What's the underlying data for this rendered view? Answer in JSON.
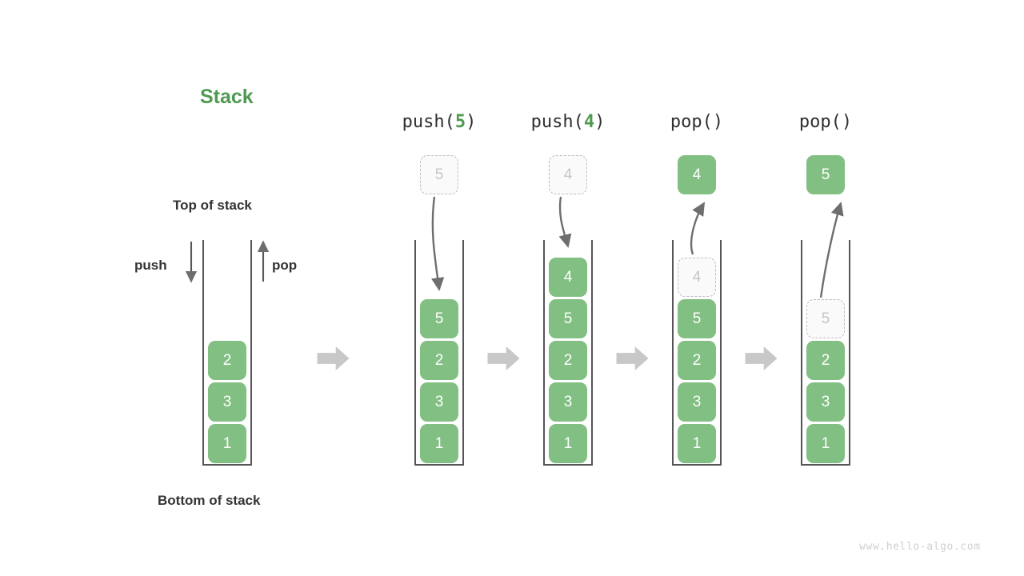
{
  "title": "Stack",
  "labels": {
    "top_of_stack": "Top of stack",
    "bottom_of_stack": "Bottom of stack",
    "push": "push",
    "pop": "pop"
  },
  "watermark": "www.hello-algo.com",
  "colors": {
    "accent_green": "#4e9a51",
    "cell_green": "#81bf83",
    "ghost_border": "#bdbdbd",
    "ghost_text": "#c6c6c6",
    "container_line": "#555555",
    "transition_arrow": "#c8c8c8",
    "motion_arrow": "#6e6e6e"
  },
  "panels": [
    {
      "id": "initial",
      "op_prefix": "",
      "op_arg": "",
      "op_suffix": "",
      "has_op_label": false,
      "floating_cell": null,
      "stack_cells": [
        {
          "value": "2",
          "state": "solid"
        },
        {
          "value": "3",
          "state": "solid"
        },
        {
          "value": "1",
          "state": "solid"
        }
      ]
    },
    {
      "id": "push-5",
      "op_prefix": "push(",
      "op_arg": "5",
      "op_suffix": ")",
      "has_op_label": true,
      "floating_cell": {
        "value": "5",
        "state": "ghost"
      },
      "stack_cells": [
        {
          "value": "5",
          "state": "solid"
        },
        {
          "value": "2",
          "state": "solid"
        },
        {
          "value": "3",
          "state": "solid"
        },
        {
          "value": "1",
          "state": "solid"
        }
      ]
    },
    {
      "id": "push-4",
      "op_prefix": "push(",
      "op_arg": "4",
      "op_suffix": ")",
      "has_op_label": true,
      "floating_cell": {
        "value": "4",
        "state": "ghost"
      },
      "stack_cells": [
        {
          "value": "4",
          "state": "solid"
        },
        {
          "value": "5",
          "state": "solid"
        },
        {
          "value": "2",
          "state": "solid"
        },
        {
          "value": "3",
          "state": "solid"
        },
        {
          "value": "1",
          "state": "solid"
        }
      ]
    },
    {
      "id": "pop-4",
      "op_prefix": "pop(",
      "op_arg": "",
      "op_suffix": ")",
      "has_op_label": true,
      "floating_cell": {
        "value": "4",
        "state": "solid"
      },
      "stack_cells": [
        {
          "value": "4",
          "state": "ghost"
        },
        {
          "value": "5",
          "state": "solid"
        },
        {
          "value": "2",
          "state": "solid"
        },
        {
          "value": "3",
          "state": "solid"
        },
        {
          "value": "1",
          "state": "solid"
        }
      ]
    },
    {
      "id": "pop-5",
      "op_prefix": "pop(",
      "op_arg": "",
      "op_suffix": ")",
      "has_op_label": true,
      "floating_cell": {
        "value": "5",
        "state": "solid"
      },
      "stack_cells": [
        {
          "value": "5",
          "state": "ghost"
        },
        {
          "value": "2",
          "state": "solid"
        },
        {
          "value": "3",
          "state": "solid"
        },
        {
          "value": "1",
          "state": "solid"
        }
      ]
    }
  ],
  "transition_arrows": 4
}
